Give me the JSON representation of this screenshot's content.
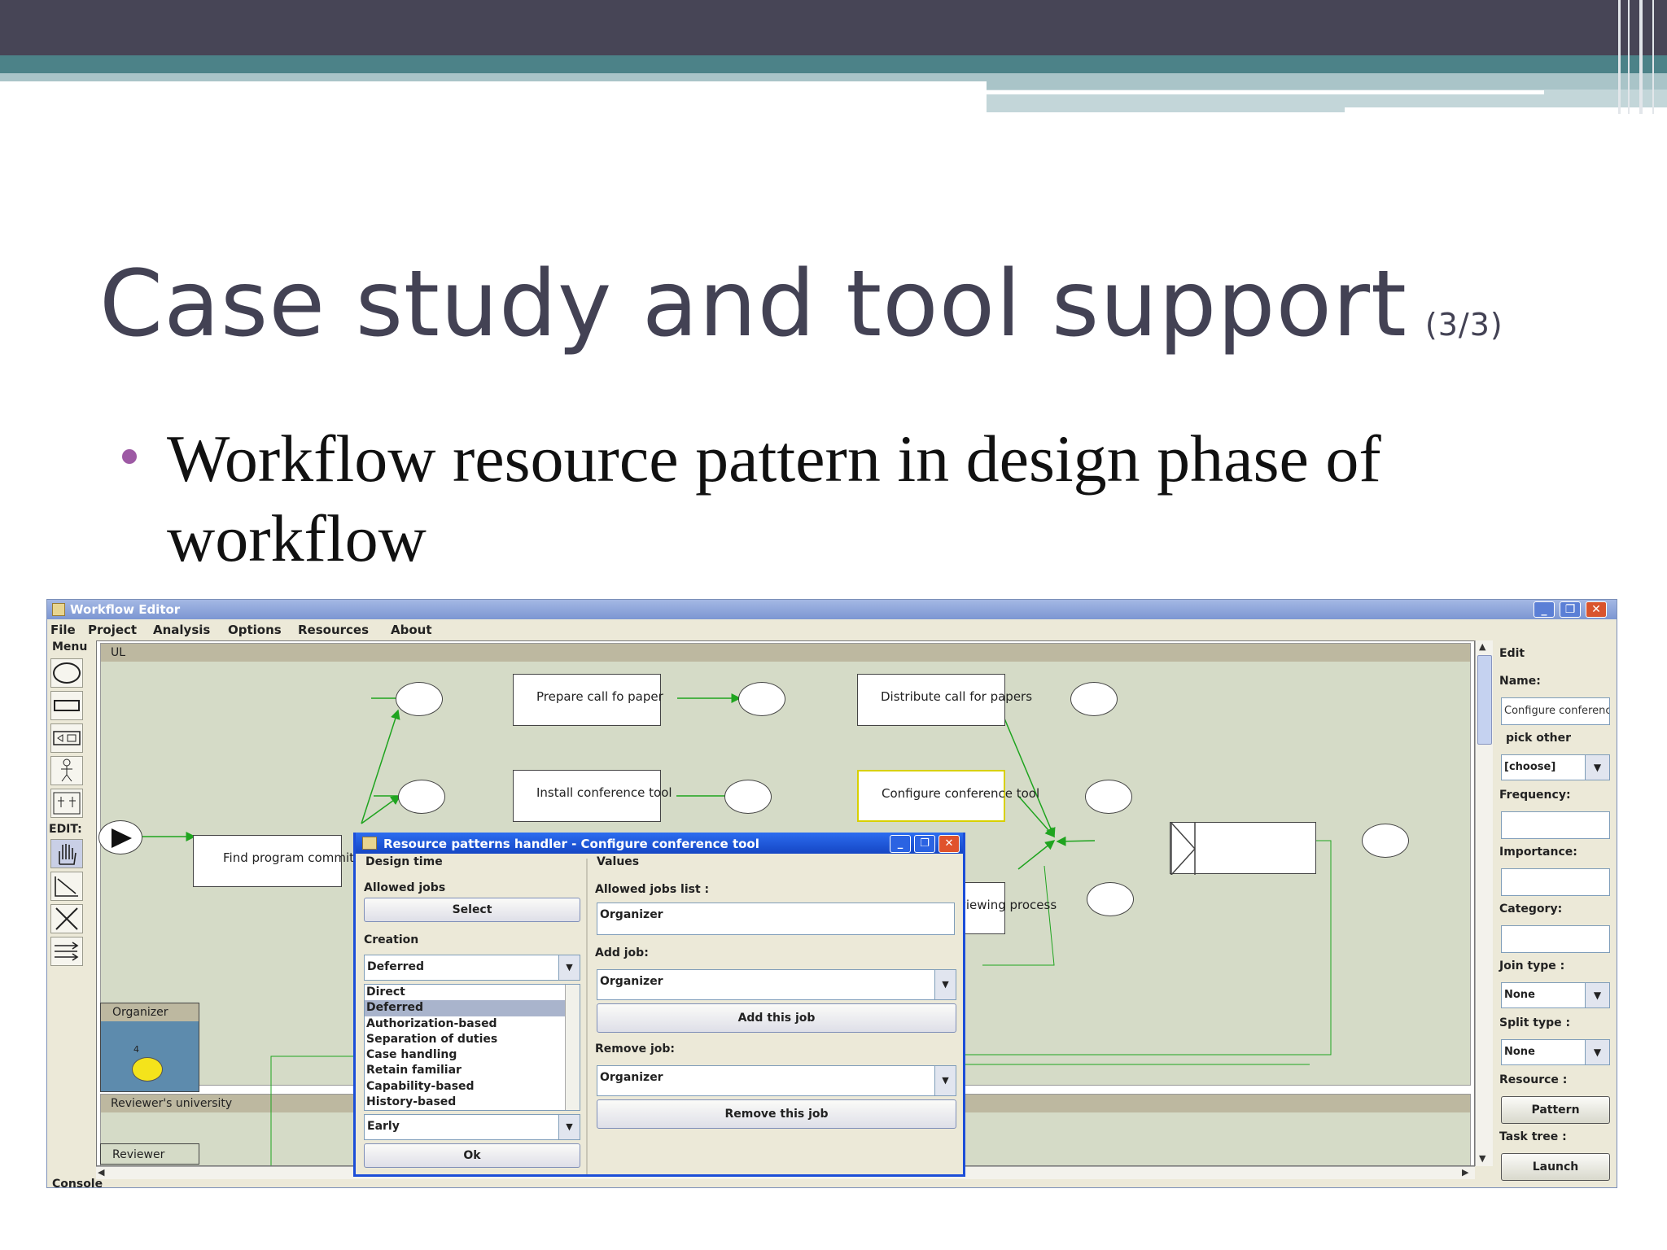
{
  "slide": {
    "title": "Case study and tool support",
    "title_suffix": "(3/3)",
    "bullet": "Workflow resource pattern in design phase of workflow"
  },
  "window": {
    "title": "Workflow Editor",
    "controls": [
      "_",
      "❐",
      "✕"
    ],
    "menu": [
      "File",
      "Project",
      "Analysis",
      "Options",
      "Resources",
      "About"
    ]
  },
  "toolbar": {
    "menu_label": "Menu",
    "edit_label": "EDIT:",
    "tools": [
      "ellipse-tool-icon",
      "rectangle-tool-icon",
      "connector-tool-icon",
      "actor-tool-icon",
      "group-actor-tool-icon",
      "hand-tool-icon",
      "resize-tool-icon",
      "delete-tool-icon",
      "route-tool-icon"
    ]
  },
  "canvas": {
    "lanes": [
      {
        "label": "UL"
      },
      {
        "label": "Reviewer's university"
      }
    ],
    "tasks": [
      {
        "label": "Prepare call fo paper"
      },
      {
        "label": "Distribute call for papers"
      },
      {
        "label": "Install conference tool"
      },
      {
        "label": "Configure conference tool"
      },
      {
        "label": "Find program committee"
      },
      {
        "label": "viewing process"
      }
    ],
    "organizer": {
      "label": "Organizer",
      "count": "4"
    },
    "reviewer": {
      "label": "Reviewer"
    },
    "console_label": "Console"
  },
  "edit_panel": {
    "header": "Edit",
    "name_label": "Name:",
    "name_value": "Configure conference tool",
    "pick_other_label": "pick other",
    "pick_other_value": "[choose]",
    "frequency_label": "Frequency:",
    "importance_label": "Importance:",
    "category_label": "Category:",
    "join_type_label": "Join type :",
    "join_type_value": "None",
    "split_type_label": "Split type :",
    "split_type_value": "None",
    "resource_label": "Resource :",
    "pattern_button": "Pattern",
    "task_tree_label": "Task tree :",
    "launch_button": "Launch"
  },
  "dialog": {
    "title": "Resource patterns handler - Configure conference tool",
    "design_time_label": "Design time",
    "allowed_jobs_label": "Allowed jobs",
    "select_button": "Select",
    "creation_label": "Creation",
    "creation_value": "Deferred",
    "creation_options": [
      "Direct",
      "Deferred",
      "Authorization-based",
      "Separation of duties",
      "Case handling",
      "Retain familiar",
      "Capability-based",
      "History-based"
    ],
    "creation_selected_index": 1,
    "early_value": "Early",
    "ok_button": "Ok",
    "values_label": "Values",
    "allowed_jobs_list_label": "Allowed jobs list :",
    "allowed_jobs_list_value": "Organizer",
    "add_job_label": "Add job:",
    "add_job_value": "Organizer",
    "add_job_button": "Add this job",
    "remove_job_label": "Remove job:",
    "remove_job_value": "Organizer",
    "remove_job_button": "Remove this job"
  }
}
